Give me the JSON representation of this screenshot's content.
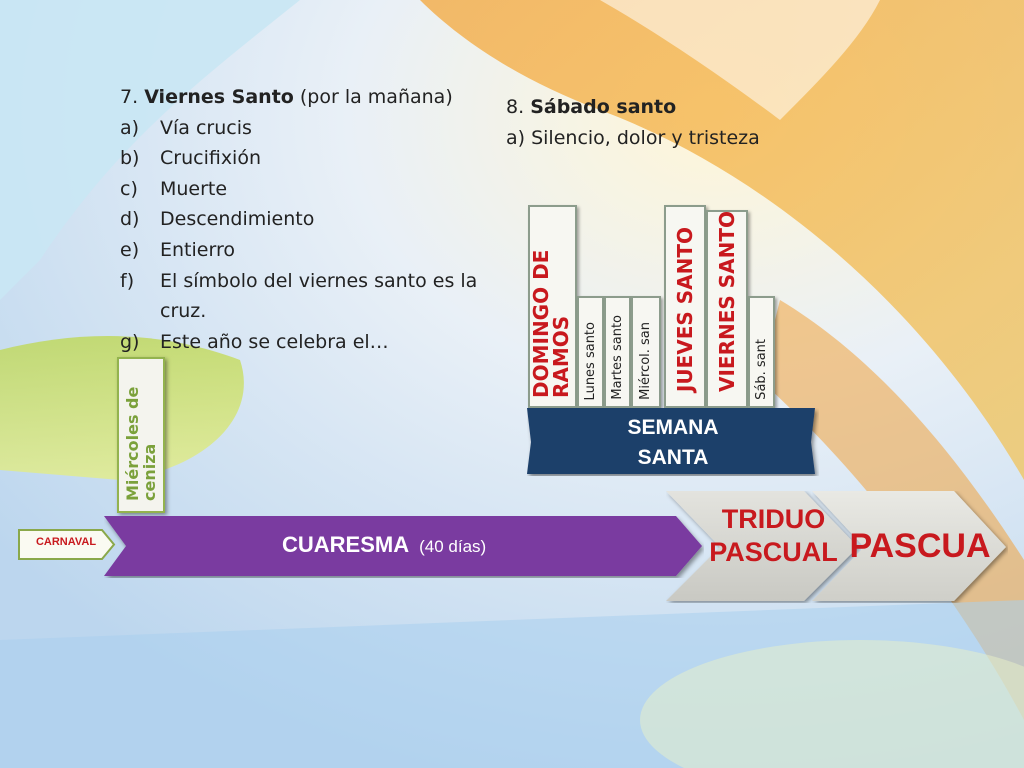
{
  "section7": {
    "number": "7.",
    "title": "Viernes Santo",
    "qualifier": "(por la mañana)",
    "items": [
      {
        "marker": "a)",
        "text": "Vía crucis"
      },
      {
        "marker": "b)",
        "text": "Crucifixión"
      },
      {
        "marker": "c)",
        "text": "Muerte"
      },
      {
        "marker": "d)",
        "text": "Descendimiento"
      },
      {
        "marker": "e)",
        "text": "Entierro"
      },
      {
        "marker": "f)",
        "text": "El símbolo del viernes santo es la cruz."
      },
      {
        "marker": "g)",
        "text": "Este año se celebra el…"
      }
    ]
  },
  "section8": {
    "number": "8.",
    "title": "Sábado santo",
    "item": "a) Silencio, dolor y tristeza"
  },
  "week_days": {
    "domingo": "DOMINGO DE RAMOS",
    "lunes": "Lunes santo",
    "martes": "Martes santo",
    "miercoles": "Miércol. san",
    "jueves": "JUEVES SANTO",
    "viernes": "VIERNES SANTO",
    "sabado": "Sáb. sant"
  },
  "semana_santa": {
    "line1": "SEMANA",
    "line2": "SANTA"
  },
  "miercoles_ceniza": "Miércoles de ceniza",
  "carnaval": "CARNAVAL",
  "cuaresma": {
    "label": "CUARESMA",
    "sub": "(40 días)"
  },
  "triduo": {
    "line1": "TRIDUO",
    "line2": "PASCUAL"
  },
  "pascua": "PASCUA",
  "colors": {
    "accent_red": "#c8191e",
    "cuaresma_purple": "#7a3aa0",
    "semana_navy": "#1f3f6a",
    "ceniza_green": "#7ba13b"
  }
}
